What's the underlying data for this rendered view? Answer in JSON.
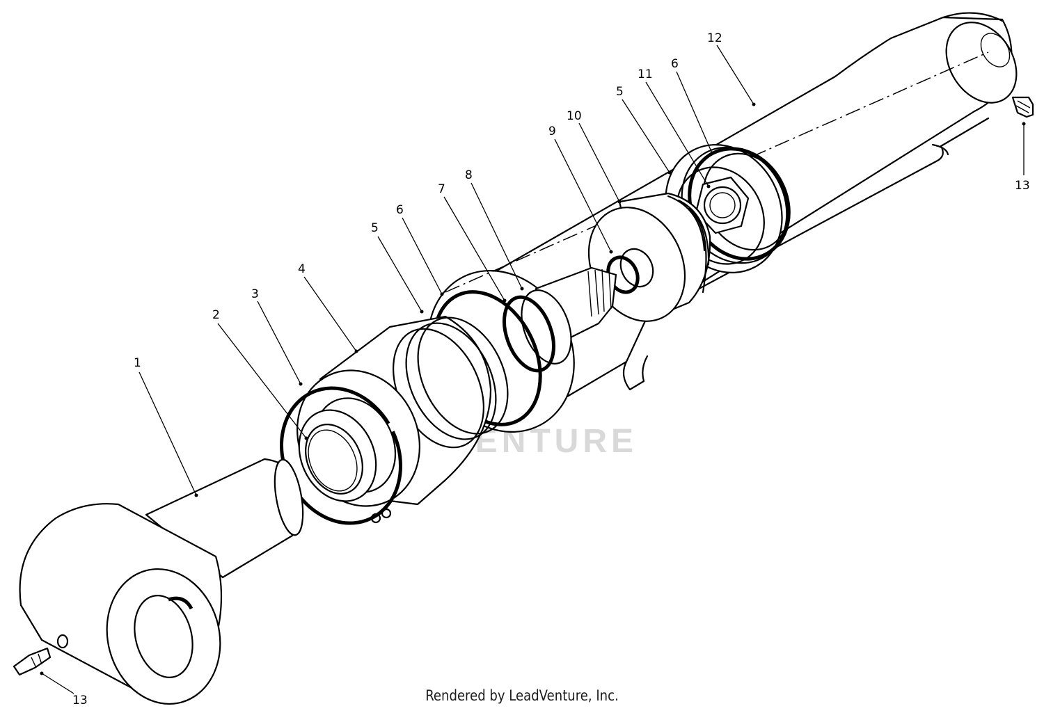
{
  "diagram": {
    "callouts": [
      "1",
      "2",
      "3",
      "4",
      "5",
      "6",
      "7",
      "8",
      "9",
      "10",
      "5",
      "11",
      "6",
      "12",
      "13",
      "13"
    ],
    "watermark": "LEADVENTURE",
    "footer": "Rendered by LeadVenture, Inc."
  }
}
